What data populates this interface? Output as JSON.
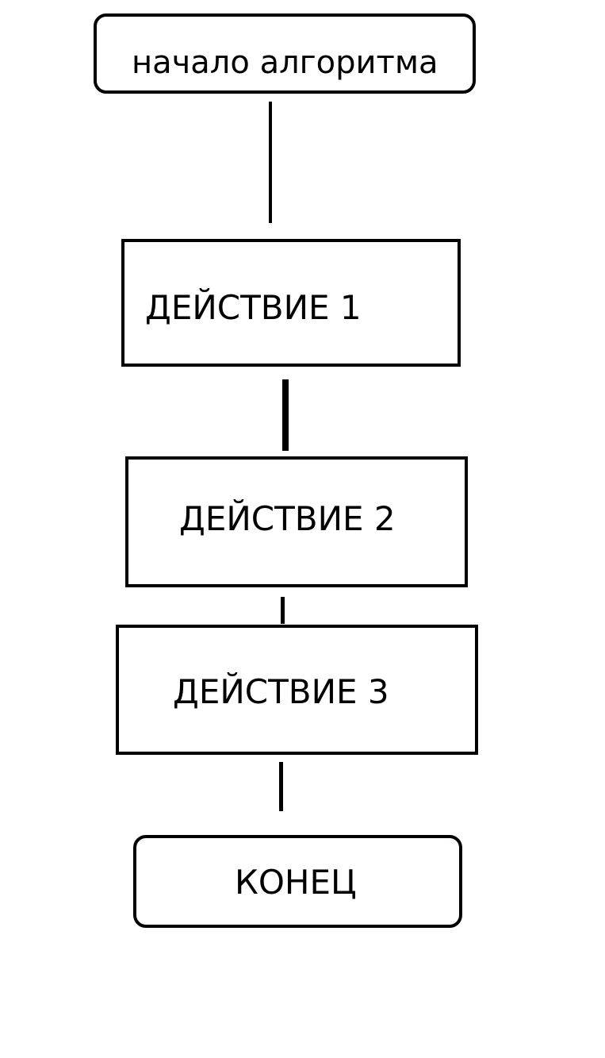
{
  "flowchart": {
    "start": {
      "label": "начало алгоритма"
    },
    "steps": [
      {
        "label": "ДЕЙСТВИЕ 1"
      },
      {
        "label": "ДЕЙСТВИЕ 2"
      },
      {
        "label": "ДЕЙСТВИЕ 3"
      }
    ],
    "end": {
      "label": "КОНЕЦ"
    }
  },
  "colors": {
    "stroke": "#000000",
    "background": "#ffffff"
  }
}
